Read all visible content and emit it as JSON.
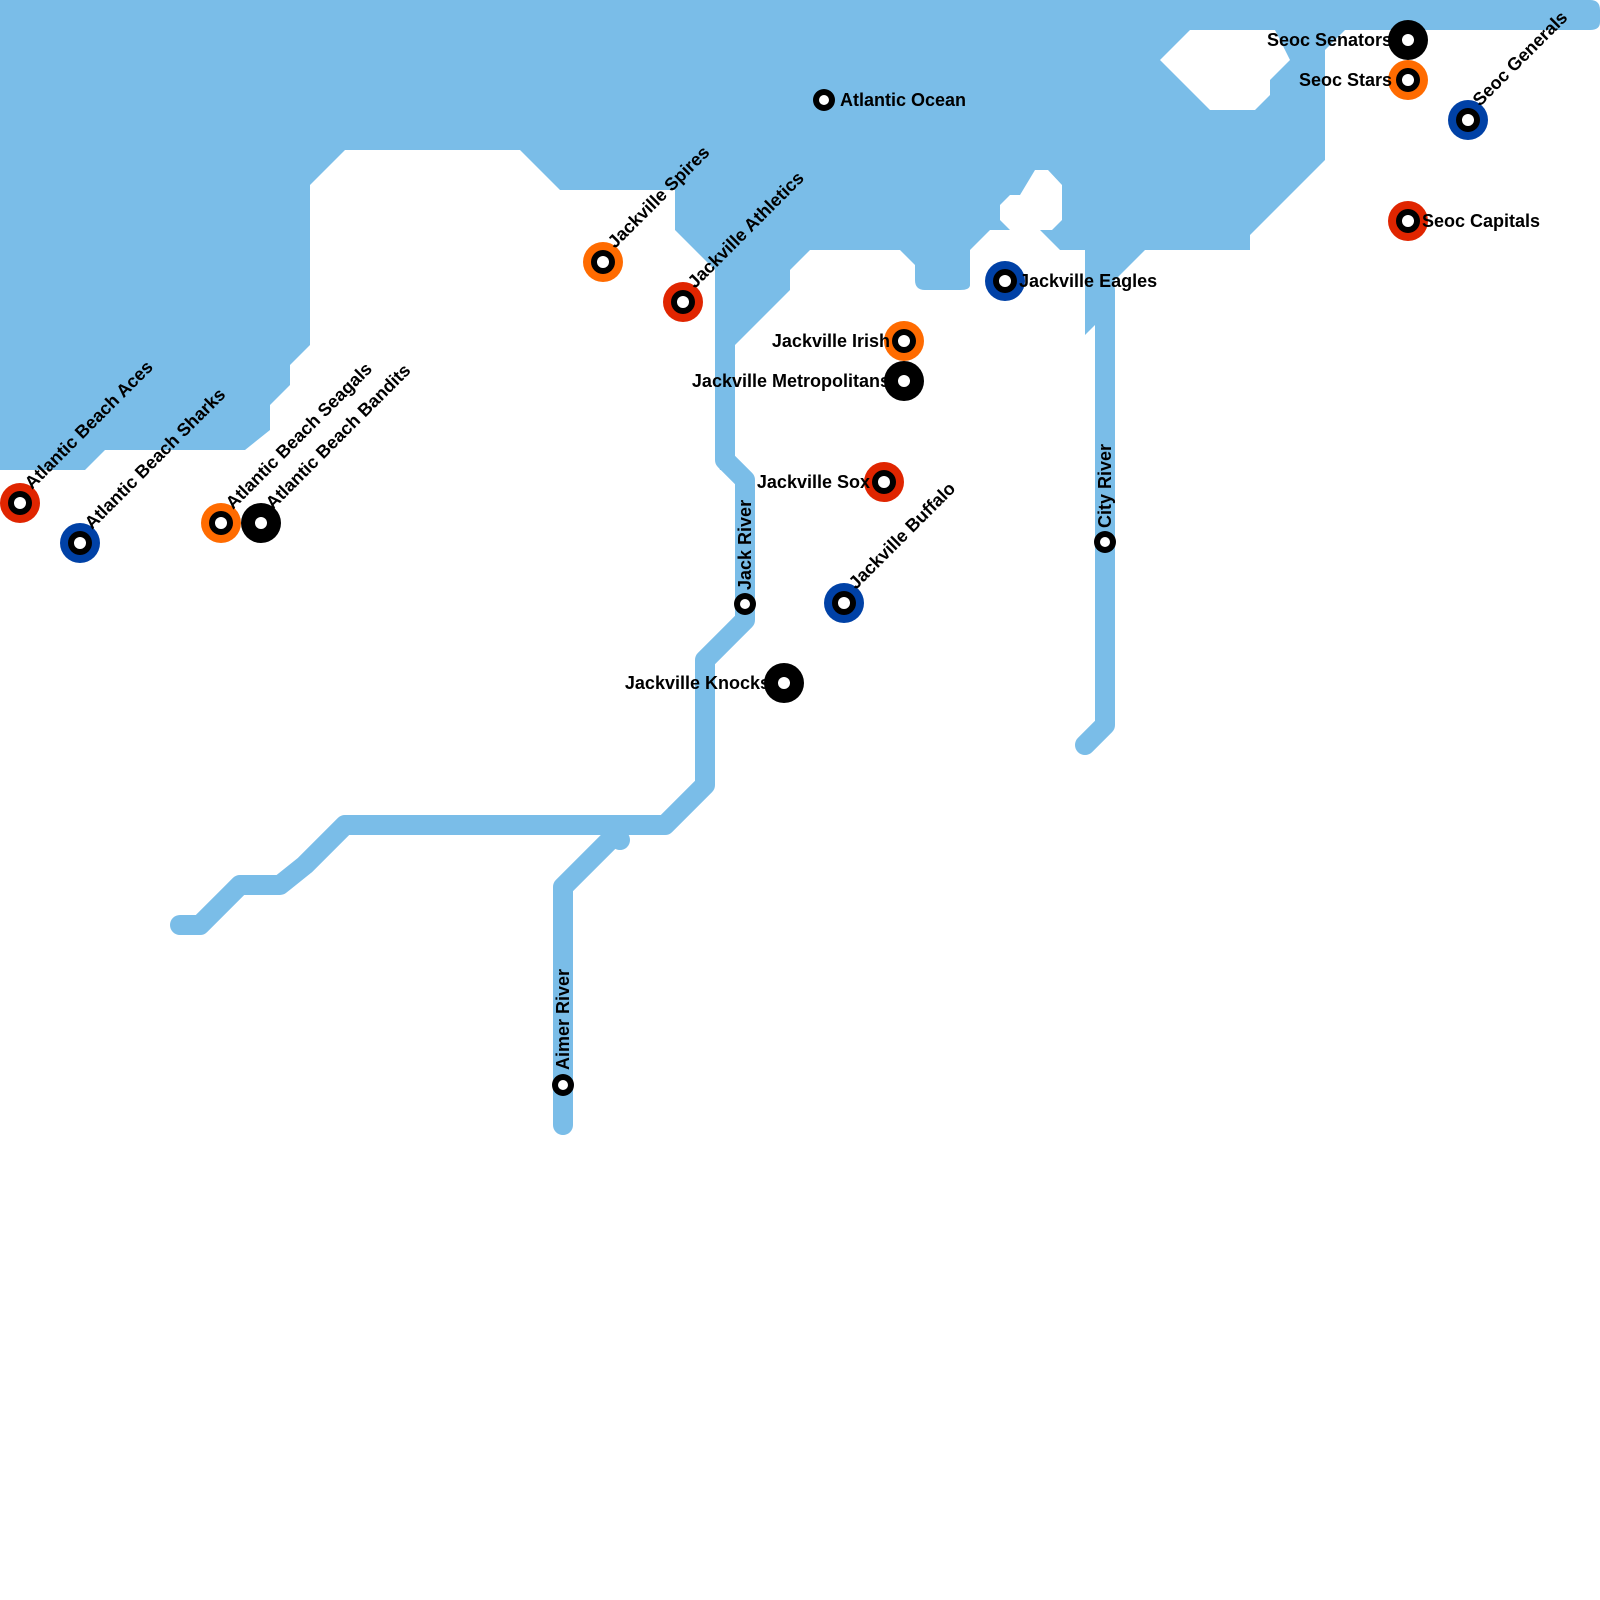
{
  "map": {
    "water_color": "#7abde8",
    "labels": {
      "atlantic_ocean": "Atlantic Ocean",
      "jack_river": "Jack River",
      "aimer_river": "Aimer River",
      "city_river": "City River"
    }
  },
  "team_colors": {
    "red": "#e02500",
    "blue": "#0041a6",
    "orange": "#ff6b00",
    "black": "#000000"
  },
  "stations": [
    {
      "id": "atlantic-beach-aces",
      "name": "Atlantic Beach Aces",
      "color": "red"
    },
    {
      "id": "atlantic-beach-sharks",
      "name": "Atlantic Beach Sharks",
      "color": "blue"
    },
    {
      "id": "atlantic-beach-seagals",
      "name": "Atlantic Beach Seagals",
      "color": "orange"
    },
    {
      "id": "atlantic-beach-bandits",
      "name": "Atlantic Beach Bandits",
      "color": "black"
    },
    {
      "id": "jackville-spires",
      "name": "Jackville Spires",
      "color": "orange"
    },
    {
      "id": "jackville-athletics",
      "name": "Jackville Athletics",
      "color": "red"
    },
    {
      "id": "jackville-irish",
      "name": "Jackville Irish",
      "color": "orange"
    },
    {
      "id": "jackville-metropolitans",
      "name": "Jackville Metropolitans",
      "color": "black"
    },
    {
      "id": "jackville-sox",
      "name": "Jackville Sox",
      "color": "red"
    },
    {
      "id": "jackville-buffalo",
      "name": "Jackville Buffalo",
      "color": "blue"
    },
    {
      "id": "jackville-knocks",
      "name": "Jackville Knocks",
      "color": "black"
    },
    {
      "id": "jackville-eagles",
      "name": "Jackville Eagles",
      "color": "blue"
    },
    {
      "id": "seoc-senators",
      "name": "Seoc Senators",
      "color": "black"
    },
    {
      "id": "seoc-stars",
      "name": "Seoc Stars",
      "color": "orange"
    },
    {
      "id": "seoc-generals",
      "name": "Seoc Generals",
      "color": "blue"
    },
    {
      "id": "seoc-capitals",
      "name": "Seoc Capitals",
      "color": "red"
    }
  ]
}
